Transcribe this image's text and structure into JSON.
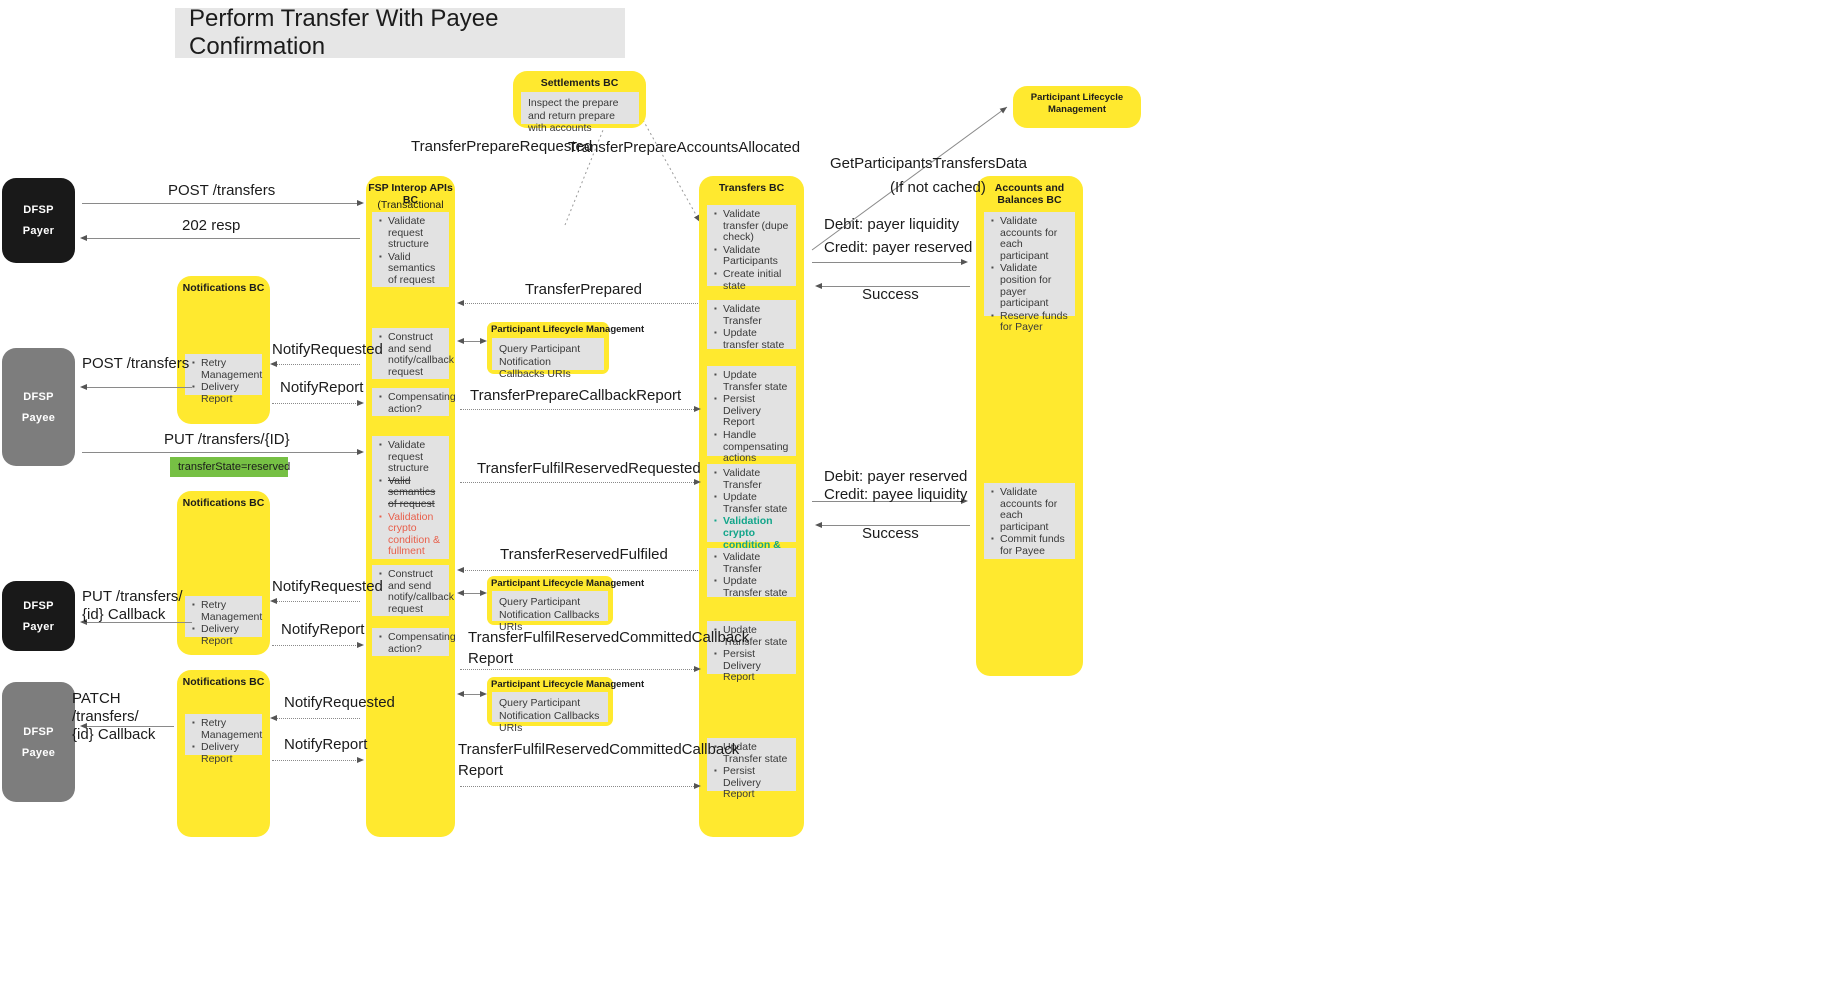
{
  "title": "Perform Transfer With Payee Confirmation",
  "colors": {
    "bc_yellow": "#ffe92f",
    "card_grey": "#e2e2e2",
    "actor_black": "#191919",
    "actor_grey": "#7d7d7d",
    "tag_green": "#76c044",
    "red_text": "#e8604c",
    "teal_text": "#12a58a",
    "title_bg": "#e6e6e6"
  },
  "actors": {
    "payer_top": {
      "line1": "DFSP",
      "line2": "Payer"
    },
    "payee_mid": {
      "line1": "DFSP",
      "line2": "Payee"
    },
    "payer_bottom": {
      "line1": "DFSP",
      "line2": "Payer"
    },
    "payee_bottom": {
      "line1": "DFSP",
      "line2": "Payee"
    }
  },
  "settlements_bc": {
    "title": "Settlements BC",
    "card": "Inspect the prepare and return prepare with accounts"
  },
  "plm_top_right": {
    "title": "Participant Lifecycle Management"
  },
  "fsp_interop_bc": {
    "title": "FSP Interop APIs BC",
    "subtitle": "(Transactional APIs)",
    "cards": [
      {
        "items": [
          {
            "text": "Validate request structure",
            "style": "normal"
          },
          {
            "text": "Valid semantics of request",
            "style": "normal"
          }
        ]
      },
      {
        "items": [
          {
            "text": "Construct and send notify/callback request",
            "style": "normal"
          }
        ]
      },
      {
        "items": [
          {
            "text": "Compensating action?",
            "style": "normal"
          }
        ]
      },
      {
        "items": [
          {
            "text": "Validate request structure",
            "style": "normal"
          },
          {
            "text": "Valid semantics of request",
            "style": "strike"
          },
          {
            "text": "Validation crypto condition & fullment",
            "style": "red"
          }
        ]
      },
      {
        "items": [
          {
            "text": "Construct and send notify/callback request",
            "style": "normal"
          }
        ]
      },
      {
        "items": [
          {
            "text": "Compensating action?",
            "style": "normal"
          }
        ]
      }
    ]
  },
  "transfers_bc": {
    "title": "Transfers BC",
    "cards": [
      {
        "items": [
          {
            "text": "Validate transfer (dupe check)",
            "style": "normal"
          },
          {
            "text": "Validate Participants",
            "style": "normal"
          },
          {
            "text": "Create initial state",
            "style": "normal"
          }
        ]
      },
      {
        "items": [
          {
            "text": "Validate Transfer",
            "style": "normal"
          },
          {
            "text": "Update transfer state",
            "style": "normal"
          }
        ]
      },
      {
        "items": [
          {
            "text": "Update Transfer state",
            "style": "normal"
          },
          {
            "text": "Persist Delivery Report",
            "style": "normal"
          },
          {
            "text": "Handle compensating actions",
            "style": "normal"
          }
        ]
      },
      {
        "items": [
          {
            "text": "Validate Transfer",
            "style": "normal"
          },
          {
            "text": "Update Transfer state",
            "style": "normal"
          },
          {
            "text": "Validation crypto condition & fullment",
            "style": "teal"
          }
        ]
      },
      {
        "items": [
          {
            "text": "Validate Transfer",
            "style": "normal"
          },
          {
            "text": "Update Transfer state",
            "style": "normal"
          }
        ]
      },
      {
        "items": [
          {
            "text": "Update Transfer state",
            "style": "normal"
          },
          {
            "text": "Persist Delivery Report",
            "style": "normal"
          }
        ]
      },
      {
        "items": [
          {
            "text": "Update Transfer state",
            "style": "normal"
          },
          {
            "text": "Persist Delivery Report",
            "style": "normal"
          }
        ]
      }
    ]
  },
  "accounts_balances_bc": {
    "title": "Accounts and Balances BC",
    "cards": [
      {
        "items": [
          {
            "text": "Validate accounts for each participant",
            "style": "normal"
          },
          {
            "text": "Validate position for payer participant",
            "style": "normal"
          },
          {
            "text": "Reserve funds for Payer",
            "style": "normal"
          }
        ]
      },
      {
        "items": [
          {
            "text": "Validate accounts for each participant",
            "style": "normal"
          },
          {
            "text": "Commit funds for Payee",
            "style": "normal"
          }
        ]
      }
    ]
  },
  "notifications_bcs": [
    {
      "title": "Notifications BC",
      "items": [
        {
          "text": "Retry Management",
          "style": "normal"
        },
        {
          "text": "Delivery Report",
          "style": "normal"
        }
      ]
    },
    {
      "title": "Notifications BC",
      "items": [
        {
          "text": "Retry Management",
          "style": "normal"
        },
        {
          "text": "Delivery Report",
          "style": "normal"
        }
      ]
    },
    {
      "title": "Notifications BC",
      "items": [
        {
          "text": "Retry Management",
          "style": "normal"
        },
        {
          "text": "Delivery Report",
          "style": "normal"
        }
      ]
    }
  ],
  "plm_boxes": [
    {
      "title": "Participant Lifecycle Management",
      "card": "Query Participant Notification Callbacks URIs"
    },
    {
      "title": "Participant Lifecycle Management",
      "card": "Query Participant Notification Callbacks URIs"
    },
    {
      "title": "Participant Lifecycle Management",
      "card": "Query Participant Notification Callbacks URIs"
    }
  ],
  "labels": {
    "post_transfers_payer": "POST /transfers",
    "resp_202": "202 resp",
    "post_transfers_payee": "POST /transfers",
    "put_transfers_id": "PUT /transfers/{ID}",
    "transfer_state_tag": "transferState=reserved",
    "put_transfers_id_callback": "PUT /transfers/\n{id} Callback",
    "patch_transfers_id_callback": "PATCH /transfers/\n{id} Callback",
    "notify_requested_1": "NotifyRequested",
    "notify_report_1": "NotifyReport",
    "notify_requested_2": "NotifyRequested",
    "notify_report_2": "NotifyReport",
    "notify_requested_3": "NotifyRequested",
    "notify_report_3": "NotifyReport",
    "transfer_prepare_requested": "TransferPrepareRequested",
    "transfer_prepare_accounts_allocated": "TransferPrepareAccountsAllocated",
    "transfer_prepared": "TransferPrepared",
    "transfer_prepare_callback_report": "TransferPrepareCallbackReport",
    "transfer_fulfil_reserved_requested": "TransferFulfilReservedRequested",
    "transfer_reserved_fulfiled": "TransferReservedFulfiled",
    "transfer_fulfil_reserved_committed_callback_report_1": "TransferFulfilReservedCommittedCallback Report",
    "transfer_fulfil_reserved_committed_callback_report_2": "TransferFulfilReservedCommittedCallback Report",
    "get_participants_transfers_data": "GetParticipantsTransfersData",
    "if_not_cached": "(If not cached)",
    "debit_payer_liquidity": "Debit: payer liquidity",
    "credit_payer_reserved": "Credit: payer reserved",
    "success_1": "Success",
    "debit_payer_reserved": "Debit: payer reserved",
    "credit_payee_liquidity": "Credit: payee liquidity",
    "success_2": "Success"
  }
}
